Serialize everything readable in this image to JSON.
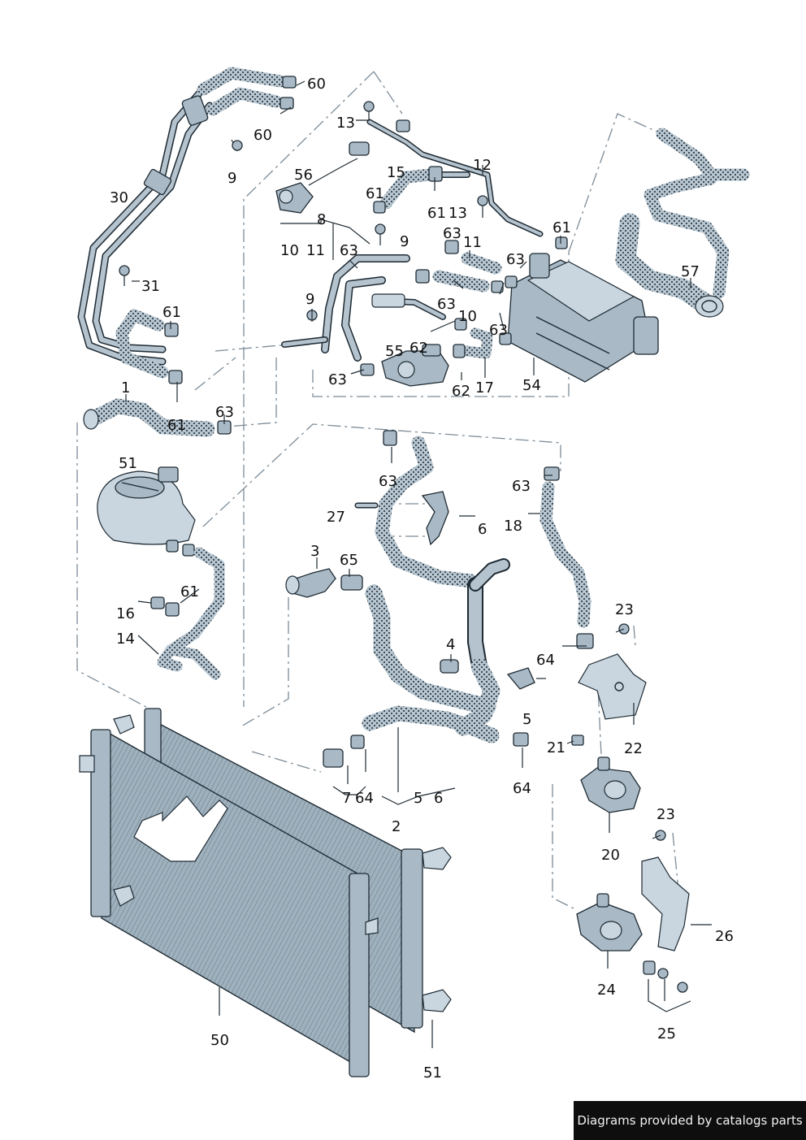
{
  "diagram": {
    "labels": [
      {
        "id": "lbl-60a",
        "text": "60"
      },
      {
        "id": "lbl-60b",
        "text": "60"
      },
      {
        "id": "lbl-9a",
        "text": "9"
      },
      {
        "id": "lbl-30",
        "text": "30"
      },
      {
        "id": "lbl-13a",
        "text": "13"
      },
      {
        "id": "lbl-12",
        "text": "12"
      },
      {
        "id": "lbl-15",
        "text": "15"
      },
      {
        "id": "lbl-56",
        "text": "56"
      },
      {
        "id": "lbl-61a",
        "text": "61"
      },
      {
        "id": "lbl-61b",
        "text": "61"
      },
      {
        "id": "lbl-13b",
        "text": "13"
      },
      {
        "id": "lbl-61c",
        "text": "61"
      },
      {
        "id": "lbl-8",
        "text": "8"
      },
      {
        "id": "lbl-9b",
        "text": "9"
      },
      {
        "id": "lbl-63a",
        "text": "63"
      },
      {
        "id": "lbl-11a",
        "text": "11"
      },
      {
        "id": "lbl-10a",
        "text": "10"
      },
      {
        "id": "lbl-11b",
        "text": "11"
      },
      {
        "id": "lbl-63b",
        "text": "63"
      },
      {
        "id": "lbl-63c",
        "text": "63"
      },
      {
        "id": "lbl-57",
        "text": "57"
      },
      {
        "id": "lbl-31",
        "text": "31"
      },
      {
        "id": "lbl-9c",
        "text": "9"
      },
      {
        "id": "lbl-63d",
        "text": "63"
      },
      {
        "id": "lbl-10b",
        "text": "10"
      },
      {
        "id": "lbl-61d",
        "text": "61"
      },
      {
        "id": "lbl-63e",
        "text": "63"
      },
      {
        "id": "lbl-55",
        "text": "55"
      },
      {
        "id": "lbl-62a",
        "text": "62"
      },
      {
        "id": "lbl-63f",
        "text": "63"
      },
      {
        "id": "lbl-62b",
        "text": "62"
      },
      {
        "id": "lbl-17",
        "text": "17"
      },
      {
        "id": "lbl-54",
        "text": "54"
      },
      {
        "id": "lbl-1",
        "text": "1"
      },
      {
        "id": "lbl-63g",
        "text": "63"
      },
      {
        "id": "lbl-61e",
        "text": "61"
      },
      {
        "id": "lbl-51a",
        "text": "51"
      },
      {
        "id": "lbl-63h",
        "text": "63"
      },
      {
        "id": "lbl-63i",
        "text": "63"
      },
      {
        "id": "lbl-27",
        "text": "27"
      },
      {
        "id": "lbl-6a",
        "text": "6"
      },
      {
        "id": "lbl-18",
        "text": "18"
      },
      {
        "id": "lbl-3",
        "text": "3"
      },
      {
        "id": "lbl-65",
        "text": "65"
      },
      {
        "id": "lbl-61f",
        "text": "61"
      },
      {
        "id": "lbl-16",
        "text": "16"
      },
      {
        "id": "lbl-14",
        "text": "14"
      },
      {
        "id": "lbl-23a",
        "text": "23"
      },
      {
        "id": "lbl-4",
        "text": "4"
      },
      {
        "id": "lbl-64a",
        "text": "64"
      },
      {
        "id": "lbl-5a",
        "text": "5"
      },
      {
        "id": "lbl-21",
        "text": "21"
      },
      {
        "id": "lbl-22",
        "text": "22"
      },
      {
        "id": "lbl-7",
        "text": "7"
      },
      {
        "id": "lbl-64b",
        "text": "64"
      },
      {
        "id": "lbl-5b",
        "text": "5"
      },
      {
        "id": "lbl-6b",
        "text": "6"
      },
      {
        "id": "lbl-64c",
        "text": "64"
      },
      {
        "id": "lbl-2",
        "text": "2"
      },
      {
        "id": "lbl-20",
        "text": "20"
      },
      {
        "id": "lbl-23b",
        "text": "23"
      },
      {
        "id": "lbl-26",
        "text": "26"
      },
      {
        "id": "lbl-24",
        "text": "24"
      },
      {
        "id": "lbl-25",
        "text": "25"
      },
      {
        "id": "lbl-50",
        "text": "50"
      },
      {
        "id": "lbl-51b",
        "text": "51"
      }
    ]
  },
  "footer": {
    "credit": "Diagrams provided by catalogs parts"
  },
  "colors": {
    "hose": "#8a9aa6",
    "metal": "#a9bac6",
    "outline": "#1e2a33",
    "credit_bg": "#0e0e0e"
  }
}
